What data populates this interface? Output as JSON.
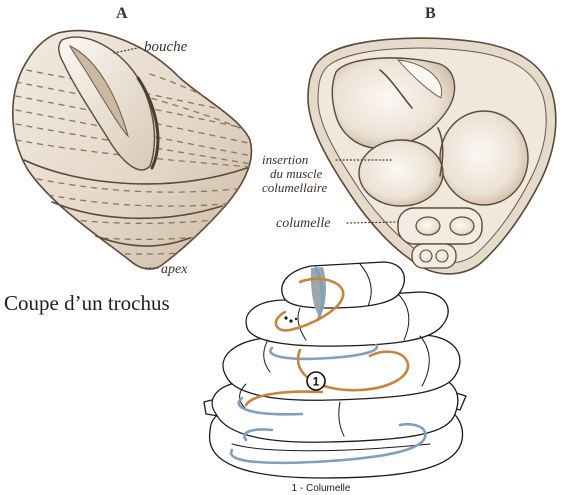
{
  "figure": {
    "panel_a_label": "A",
    "panel_b_label": "B",
    "label_bouche": "bouche",
    "label_apex": "apex",
    "label_insertion": [
      "insertion",
      "du muscle",
      "columellaire"
    ],
    "label_columelle": "columelle",
    "section_caption": "Coupe d’un trochus",
    "marker_number": "1",
    "legend": "1 - Columelle"
  },
  "colors": {
    "ink": "#5b4a3b",
    "shell": "#ece2d6",
    "blue": "#7f9fc0",
    "orange": "#c8853a",
    "bg": "#ffffff"
  }
}
